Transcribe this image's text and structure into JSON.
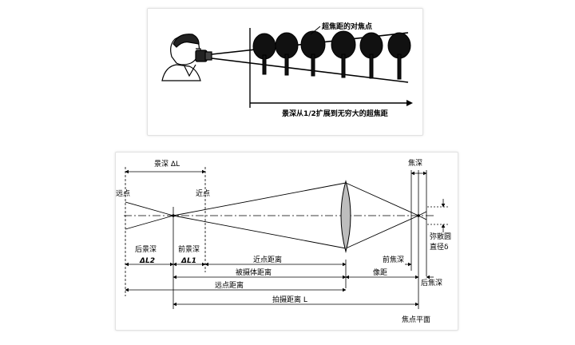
{
  "top_figure": {
    "hyperfocal_point_label": "超焦距的对焦点",
    "caption": "景深从1/2扩展到无穷大的超焦距"
  },
  "bottom_figure": {
    "depth_of_field": "景深 ΔL",
    "far_point": "远点",
    "near_point": "近点",
    "rear_dof": "后景深",
    "rear_dof_symbol": "ΔL2",
    "front_dof": "前景深",
    "front_dof_symbol": "ΔL1",
    "near_point_distance": "近点距离",
    "front_depth_of_focus": "前焦深",
    "subject_distance": "被摄体距离",
    "image_distance": "像距",
    "rear_depth_of_focus": "后焦深",
    "far_point_distance": "远点距离",
    "shooting_distance": "拍摄距离 L",
    "focal_plane": "焦点平面",
    "depth_of_focus": "焦深",
    "circle_of_confusion": "弥散圆",
    "diameter_delta": "直径δ"
  }
}
